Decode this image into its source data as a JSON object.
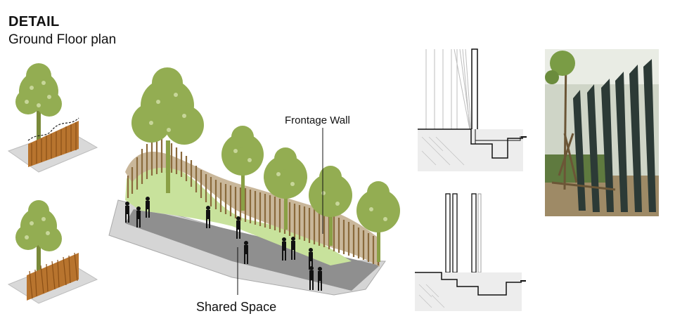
{
  "header": {
    "title": "DETAIL",
    "subtitle": "Ground Floor plan"
  },
  "labels": {
    "frontage_wall": "Frontage Wall",
    "shared_space": "Shared Space"
  },
  "colors": {
    "tree_canopy": "#93ad52",
    "tree_canopy_light": "#c7d699",
    "trunk": "#7a8a3a",
    "fence_wood": "#b8742e",
    "wall_cream": "#c9b79a",
    "grass": "#c8e29c",
    "pavement_light": "#d5d5d5",
    "pavement_dark": "#8f8f8f",
    "section_hatch": "#9a9a9a",
    "photo_fence": "#2c3a36"
  },
  "icons": [
    "tree-icon",
    "fence-icon",
    "person-icon"
  ]
}
